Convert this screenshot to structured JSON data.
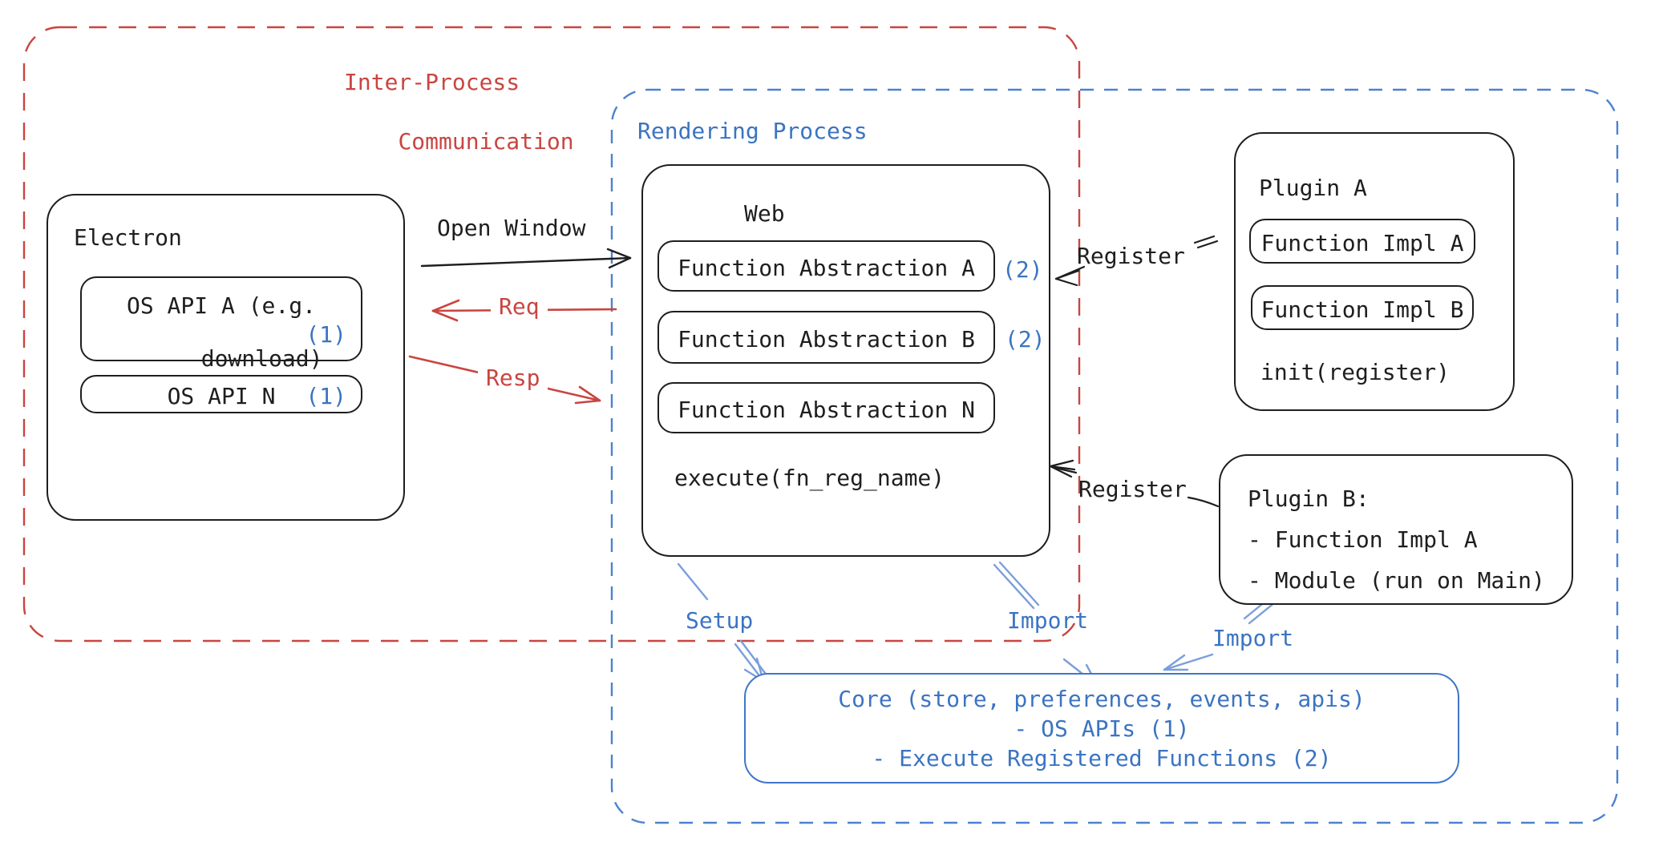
{
  "ipc": {
    "line1": "Inter-Process",
    "line2": "Communication"
  },
  "electron": {
    "title": "Electron",
    "api_a_line1": "OS API A (e.g.",
    "api_a_line2": "download)",
    "api_a_ref": "(1)",
    "api_n_label": "OS API N",
    "api_n_ref": "(1)"
  },
  "flows": {
    "open_window": "Open Window",
    "req": "Req",
    "resp": "Resp",
    "register_a": "Register",
    "register_b": "Register",
    "setup": "Setup",
    "import_web": "Import",
    "import_plugin_b": "Import"
  },
  "rendering": {
    "title": "Rendering Process"
  },
  "web": {
    "title": "Web",
    "fn_a": "Function Abstraction A",
    "fn_a_ref": "(2)",
    "fn_b": "Function Abstraction B",
    "fn_b_ref": "(2)",
    "fn_n": "Function Abstraction N",
    "execute": "execute(fn_reg_name)"
  },
  "plugin_a": {
    "title": "Plugin A",
    "impl_a": "Function Impl A",
    "impl_b": "Function Impl B",
    "init": "init(register)"
  },
  "plugin_b": {
    "line1": "Plugin B:",
    "line2": "- Function Impl A",
    "line3": "- Module (run on Main)"
  },
  "core": {
    "line1": "Core (store, preferences, events, apis)",
    "line2": "- OS APIs (1)",
    "line3": "- Execute Registered Functions (2)"
  },
  "colors": {
    "ink": "#1e1e1e",
    "red": "#c94540",
    "blue": "#3b74c2",
    "light_blue": "#7b9edb"
  }
}
